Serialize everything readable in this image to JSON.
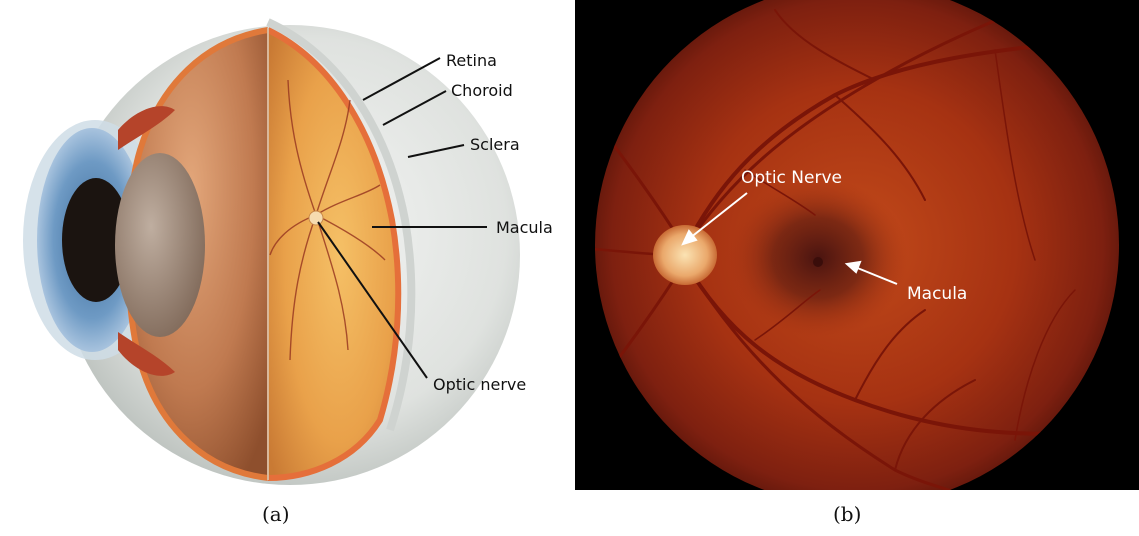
{
  "panel_a": {
    "labels": {
      "retina": "Retina",
      "choroid": "Choroid",
      "sclera": "Sclera",
      "macula": "Macula",
      "optic_nerve": "Optic nerve"
    },
    "caption": "(a)"
  },
  "panel_b": {
    "labels": {
      "optic_nerve": "Optic Nerve",
      "macula": "Macula"
    },
    "caption": "(b)"
  }
}
